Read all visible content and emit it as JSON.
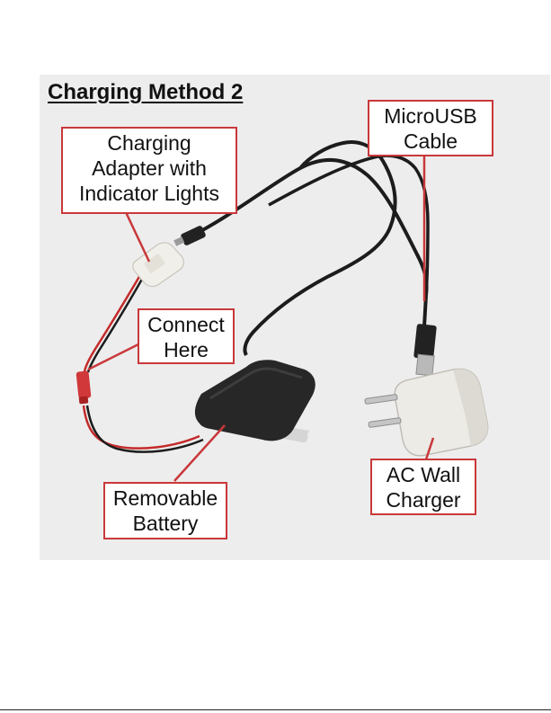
{
  "title": "Charging Method 2",
  "callouts": {
    "charging_adapter": [
      "Charging",
      "Adapter with",
      "Indicator Lights"
    ],
    "microusb_cable": [
      "MicroUSB",
      "Cable"
    ],
    "connect_here": [
      "Connect",
      "Here"
    ],
    "removable_battery": [
      "Removable",
      "Battery"
    ],
    "ac_wall_charger": [
      "AC Wall",
      "Charger"
    ]
  },
  "colors": {
    "callout_border": "#c9383a",
    "leader_line": "#c9383a",
    "panel_background": "#ededed",
    "cable": "#1c1c1c",
    "red_wire": "#c42a2a",
    "battery": "#262626",
    "charger": "#ecebe6"
  }
}
